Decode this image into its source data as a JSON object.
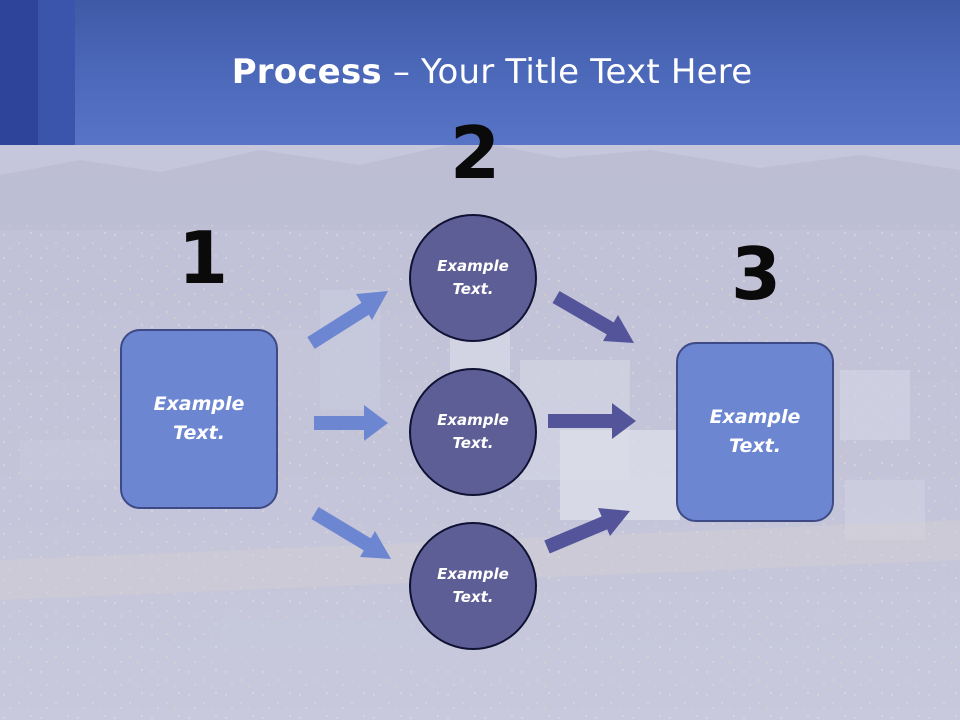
{
  "title": {
    "bold": "Process",
    "rest": " – Your Title Text Here"
  },
  "steps": {
    "one": "1",
    "two": "2",
    "three": "3"
  },
  "left_box": {
    "line1": "Example",
    "line2": "Text."
  },
  "circle_top": {
    "line1": "Example",
    "line2": "Text."
  },
  "circle_middle": {
    "line1": "Example",
    "line2": "Text."
  },
  "circle_bottom": {
    "line1": "Example",
    "line2": "Text."
  },
  "right_box": {
    "line1": "Example",
    "line2": "Text."
  },
  "colors": {
    "header": "#4c68b9",
    "box_fill": "#6c86d2",
    "circle_fill": "#5e5e96",
    "arrow_light": "#6c86d2",
    "arrow_dark": "#54549a"
  }
}
